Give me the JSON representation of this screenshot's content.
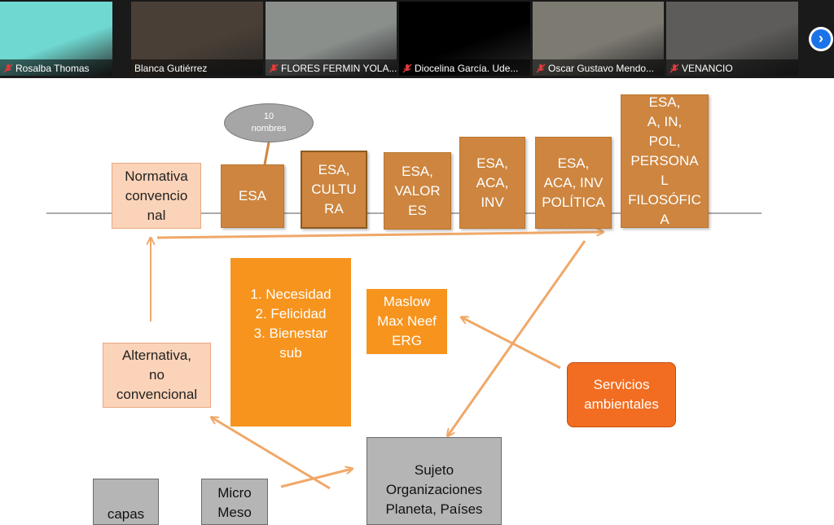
{
  "participants": [
    {
      "name": "Rosalba Thomas",
      "muted": true,
      "bg": "#6fd9d1"
    },
    {
      "name": "Blanca Gutiérrez",
      "muted": false,
      "bg": "#4a3f36",
      "active": true
    },
    {
      "name": "FLORES FERMIN YOLA...",
      "muted": true,
      "bg": "#8a8f8c"
    },
    {
      "name": "Diocelina García. Ude...",
      "muted": true,
      "bg": "#000000"
    },
    {
      "name": "Oscar Gustavo Mendo...",
      "muted": true,
      "bg": "#7d7a72"
    },
    {
      "name": "VENANCIO",
      "muted": true,
      "bg": "#5d5c5a"
    }
  ],
  "diagram": {
    "timeline_boxes": [
      {
        "id": "normativa",
        "text": "Normativa\nconvencio\nnal"
      },
      {
        "id": "esa",
        "text": "ESA"
      },
      {
        "id": "esa-cultura",
        "text": "ESA,\nCULTU\nRA"
      },
      {
        "id": "esa-valores",
        "text": "ESA,\nVALOR\nES"
      },
      {
        "id": "esa-aca-inv",
        "text": "ESA,\nACA,\nINV"
      },
      {
        "id": "esa-aca-inv-politica",
        "text": "ESA,\nACA, INV\nPOLÍTICA"
      },
      {
        "id": "esa-a-in-pol",
        "text": "ESA,\nA, IN,\nPOL,\nPERSONA\nL\nFILOSÓFIC\nA"
      }
    ],
    "bubble": "10\nnombres",
    "alternativa": "Alternativa,\nno\nconvencional",
    "necesidades": "1. Necesidad\n2. Felicidad\n3. Bienestar\nsub",
    "maslow": "Maslow\nMax Neef\nERG",
    "servicios": "Servicios\nambientales",
    "sujeto": "Sujeto\nOrganizaciones\nPlaneta, Países",
    "capas": "capas",
    "micro": "Micro\nMeso"
  },
  "colors": {
    "arrow": "#f0a868",
    "tan": "#cd853f",
    "orange": "#f7941d",
    "servicios": "#f26d21"
  }
}
